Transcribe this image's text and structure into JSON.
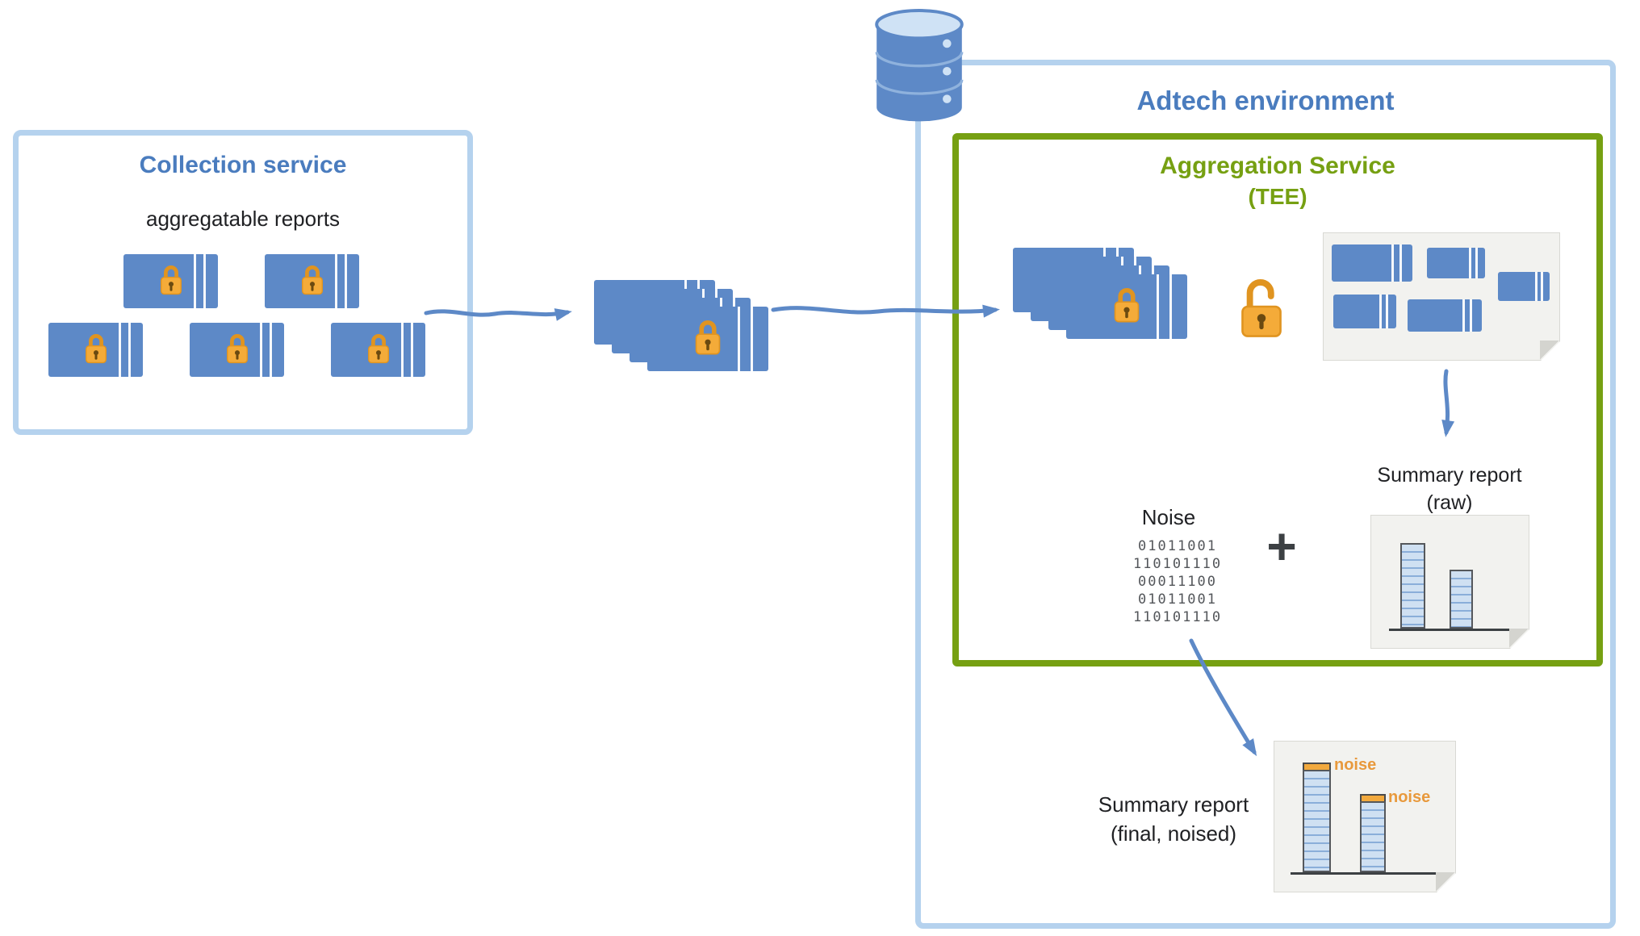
{
  "collection_service": {
    "title": "Collection service",
    "subtitle": "aggregatable reports"
  },
  "adtech": {
    "title": "Adtech environment"
  },
  "aggregation_service": {
    "title": "Aggregation Service",
    "subtitle": "(TEE)",
    "noise": {
      "label": "Noise",
      "bits": [
        "01011001",
        "110101110",
        "00011100",
        "01011001",
        "110101110"
      ],
      "plus": "+"
    },
    "raw_report": {
      "label_line1": "Summary report",
      "label_line2": "(raw)"
    }
  },
  "final_report": {
    "label_line1": "Summary report",
    "label_line2": "(final, noised)",
    "noise_tag_left": "noise",
    "noise_tag_right": "noise"
  },
  "icons": {
    "lock": "closed-padlock",
    "unlock": "open-padlock",
    "database": "database-cylinder"
  },
  "colors": {
    "accent_blue": "#4a7cbe",
    "box_blue_border": "#b5d2ee",
    "green": "#76A012",
    "report_blue": "#5d89c7",
    "lock_orange": "#f4ab39",
    "noise_orange": "#e8993c"
  }
}
